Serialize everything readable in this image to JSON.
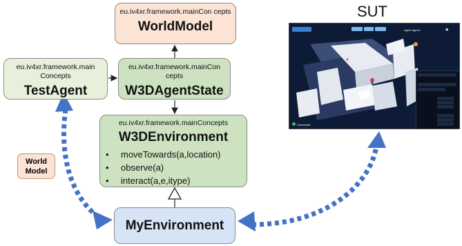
{
  "sut_title": "SUT",
  "world_model_box": {
    "package": "eu.iv4xr.framework.mainCon cepts",
    "title": "WorldModel"
  },
  "test_agent_box": {
    "package": "eu.iv4xr.framework.main Concepts",
    "title": "TestAgent"
  },
  "w3d_agent_state_box": {
    "package": "eu.iv4xr.framework.mainCon cepts",
    "title": "W3DAgentState"
  },
  "w3d_environment_box": {
    "package": "eu.iv4xr.framework.mainConcepts",
    "title": "W3DEnvironment",
    "methods": [
      "moveTowards(a,location)",
      "observe(a)",
      "interact(a,e,itype)"
    ]
  },
  "my_environment_box": {
    "title": "MyEnvironment"
  },
  "world_model_label": "World Model",
  "screenshot": {
    "agent_select": "Agent agent1",
    "status": "Connected"
  },
  "colors": {
    "world_model_fill": "#fbe3d5",
    "agent_fill": "#e6f0db",
    "state_fill": "#cde2c0",
    "my_env_fill": "#d6e4f5",
    "dashed_arrow": "#4472c4"
  }
}
